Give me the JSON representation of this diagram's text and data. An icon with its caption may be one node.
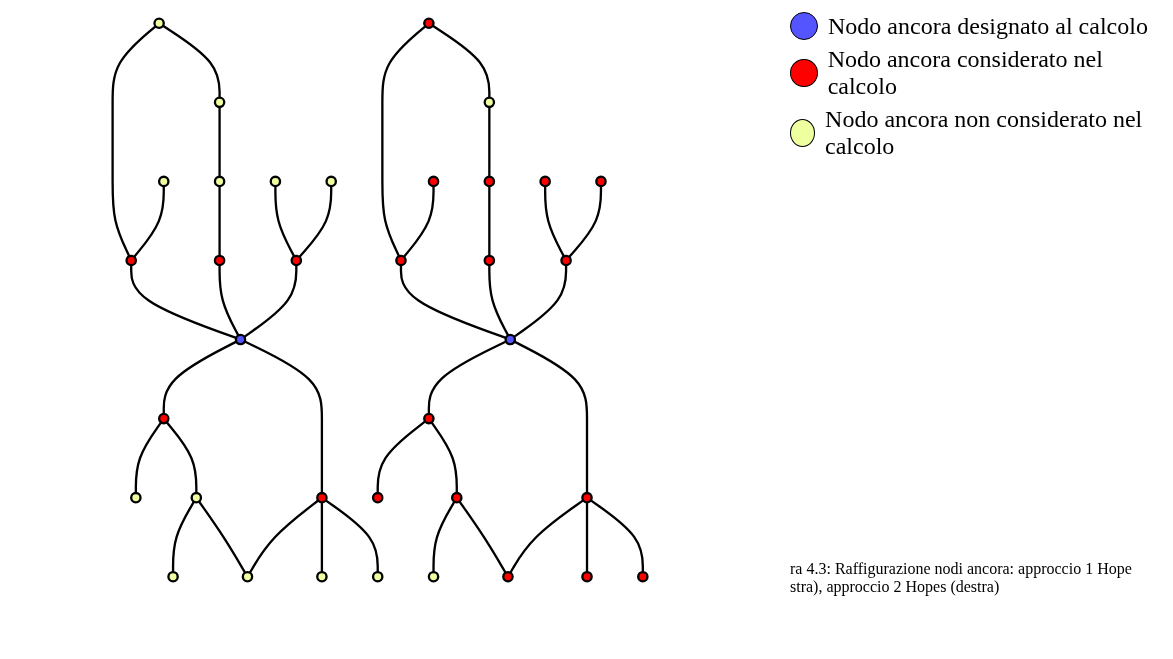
{
  "diagram": {
    "caption": "ra 4.3: Raffigurazione nodi ancora: approccio 1 Hope stra), approccio 2 Hopes (destra)",
    "nodes": [
      {
        "text": [],
        "shape": "circle"
      },
      {
        "text": [],
        "shape": "circle"
      },
      {
        "text": [],
        "shape": "circle"
      },
      {
        "text": [],
        "shape": "circle"
      },
      {
        "text": [],
        "shape": "circle"
      },
      {
        "text": [],
        "shape": "circle"
      },
      {
        "text": [],
        "shape": "circle"
      },
      {
        "text": [],
        "shape": "circle"
      },
      {
        "text": [],
        "shape": "circle"
      },
      {
        "text": [],
        "shape": "circle"
      },
      {
        "text": [],
        "shape": "circle"
      },
      {
        "text": [],
        "shape": "circle"
      },
      {
        "text": [],
        "shape": "circle"
      },
      {
        "text": [],
        "shape": "circle"
      },
      {
        "text": [],
        "shape": "circle"
      },
      {
        "text": [],
        "shape": "circle"
      },
      {
        "text": [],
        "shape": "circle"
      },
      {
        "text": [],
        "shape": "circle"
      },
      {
        "text": [],
        "shape": "circle"
      },
      {
        "text": [],
        "shape": "circle"
      },
      {
        "text": [],
        "shape": "circle"
      },
      {
        "text": [],
        "shape": "circle"
      },
      {
        "text": [],
        "shape": "circle"
      },
      {
        "text": [],
        "shape": "circle"
      },
      {
        "text": [],
        "shape": "circle"
      },
      {
        "text": [],
        "shape": "circle"
      },
      {
        "text": [],
        "shape": "circle"
      },
      {
        "text": [],
        "shape": "circle"
      },
      {
        "text": [],
        "shape": "circle"
      },
      {
        "text": [],
        "shape": "circle"
      },
      {
        "text": [],
        "shape": "circle"
      },
      {
        "text": [],
        "shape": "circle"
      },
      {
        "text": [],
        "shape": "circle"
      },
      {
        "text": [],
        "shape": "circle"
      },
      {
        "text": [],
        "shape": "circle"
      },
      {
        "text": [],
        "shape": "circle"
      }
    ],
    "edges": [
      {
        "from": 2,
        "to": 1,
        "arrow": "none"
      },
      {
        "from": 1,
        "to": 3,
        "arrow": "none"
      },
      {
        "from": 2,
        "to": 5,
        "arrow": "none"
      },
      {
        "from": 4,
        "to": 5,
        "arrow": "none"
      },
      {
        "from": 5,
        "to": 0,
        "arrow": "none"
      },
      {
        "from": 3,
        "to": 6,
        "arrow": "none"
      },
      {
        "from": 6,
        "to": 0,
        "arrow": "none"
      },
      {
        "from": 7,
        "to": 8,
        "arrow": "none"
      },
      {
        "from": 9,
        "to": 8,
        "arrow": "none"
      },
      {
        "from": 8,
        "to": 0,
        "arrow": "none"
      },
      {
        "from": 0,
        "to": 10,
        "arrow": "none"
      },
      {
        "from": 10,
        "to": 11,
        "arrow": "none"
      },
      {
        "from": 10,
        "to": 12,
        "arrow": "none"
      },
      {
        "from": 12,
        "to": 13,
        "arrow": "none"
      },
      {
        "from": 12,
        "to": 14,
        "arrow": "none"
      },
      {
        "from": 0,
        "to": 15,
        "arrow": "none"
      },
      {
        "from": 15,
        "to": 16,
        "arrow": "none"
      },
      {
        "from": 15,
        "to": 17,
        "arrow": "none"
      },
      {
        "from": 15,
        "to": 14,
        "arrow": "none"
      },
      {
        "from": 20,
        "to": 19,
        "arrow": "none"
      },
      {
        "from": 19,
        "to": 21,
        "arrow": "none"
      },
      {
        "from": 20,
        "to": 23,
        "arrow": "none"
      },
      {
        "from": 22,
        "to": 23,
        "arrow": "none"
      },
      {
        "from": 23,
        "to": 18,
        "arrow": "none"
      },
      {
        "from": 21,
        "to": 24,
        "arrow": "none"
      },
      {
        "from": 24,
        "to": 18,
        "arrow": "none"
      },
      {
        "from": 25,
        "to": 26,
        "arrow": "none"
      },
      {
        "from": 27,
        "to": 26,
        "arrow": "none"
      },
      {
        "from": 26,
        "to": 18,
        "arrow": "none"
      },
      {
        "from": 18,
        "to": 28,
        "arrow": "none"
      },
      {
        "from": 28,
        "to": 29,
        "arrow": "none"
      },
      {
        "from": 28,
        "to": 30,
        "arrow": "none"
      },
      {
        "from": 30,
        "to": 31,
        "arrow": "none"
      },
      {
        "from": 30,
        "to": 32,
        "arrow": "none"
      },
      {
        "from": 18,
        "to": 33,
        "arrow": "none"
      },
      {
        "from": 33,
        "to": 34,
        "arrow": "none"
      },
      {
        "from": 33,
        "to": 35,
        "arrow": "none"
      },
      {
        "from": 33,
        "to": 32,
        "arrow": "none"
      }
    ],
    "legend": [
      {
        "text": "Nodo ancora designato al calcolo",
        "color": "#5555ff"
      },
      {
        "text": "Nodo ancora considerato nel calcolo",
        "color": "#ff0000"
      },
      {
        "text": "Nodo ancora non considerato nel calcolo",
        "color": "#eeffa0"
      }
    ]
  }
}
